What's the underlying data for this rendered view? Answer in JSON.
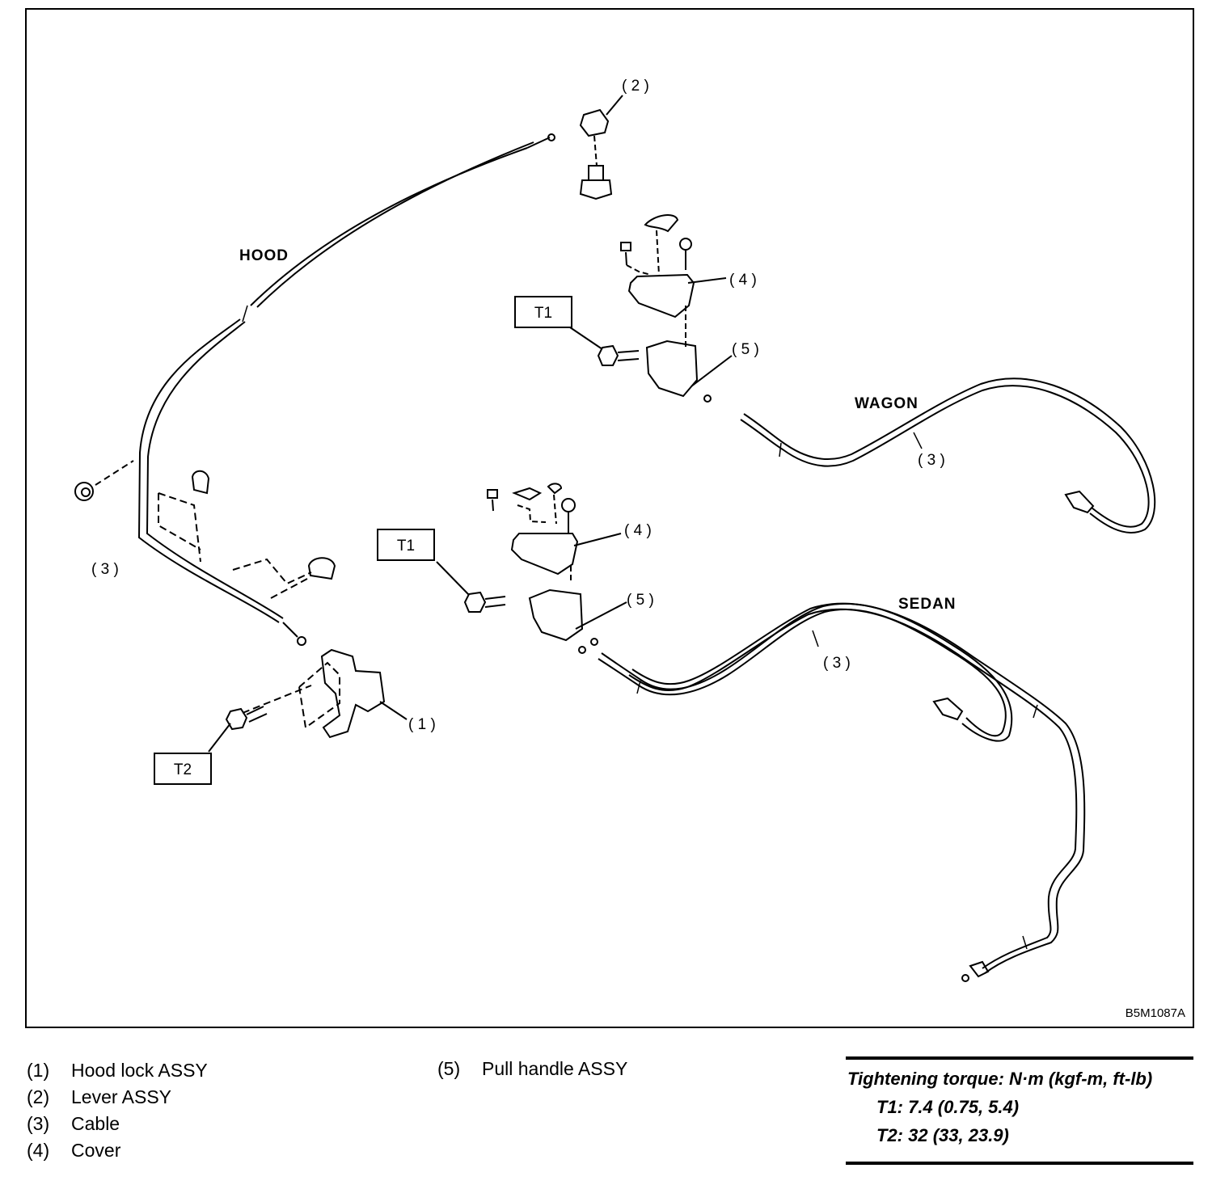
{
  "callouts": {
    "c1": "( 1 )",
    "c2": "( 2 )",
    "c3_left": "( 3 )",
    "c3_wagon": "( 3 )",
    "c3_sedan": "( 3 )",
    "c4_wagon": "( 4 )",
    "c4_sedan": "( 4 )",
    "c5_wagon": "( 5 )",
    "c5_sedan": "( 5 )"
  },
  "section_labels": {
    "hood": "HOOD",
    "wagon": "WAGON",
    "sedan": "SEDAN"
  },
  "torque_tags": {
    "t1_wagon": "T1",
    "t1_sedan": "T1",
    "t2": "T2"
  },
  "figure_code": "B5M1087A",
  "legend": [
    {
      "num": "(1)",
      "text": "Hood lock ASSY"
    },
    {
      "num": "(2)",
      "text": "Lever ASSY"
    },
    {
      "num": "(3)",
      "text": "Cable"
    },
    {
      "num": "(4)",
      "text": "Cover"
    },
    {
      "num": "(5)",
      "text": "Pull handle ASSY"
    }
  ],
  "torque_spec": {
    "title": "Tightening torque: N·m (kgf-m, ft-lb)",
    "t1": "T1: 7.4 (0.75, 5.4)",
    "t2": "T2: 32 (33, 23.9)"
  }
}
